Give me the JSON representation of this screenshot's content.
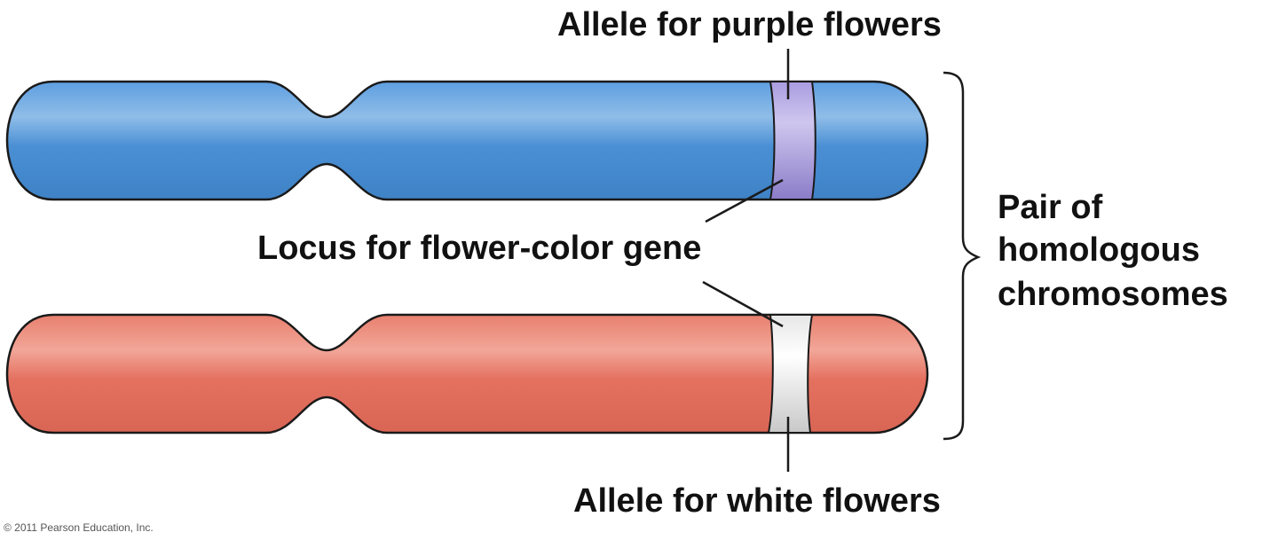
{
  "figure": {
    "labels": {
      "allele_purple": "Allele for purple flowers",
      "locus": "Locus for flower-color gene",
      "allele_white": "Allele for white flowers",
      "pair_line1": "Pair of",
      "pair_line2": "homologous",
      "pair_line3": "chromosomes"
    },
    "copyright": "© 2011 Pearson Education, Inc."
  },
  "chromosomes": [
    {
      "name": "chromosome-blue",
      "color": "#4a8fd4",
      "highlight": "#8fbde8",
      "allele_color": "#9b8fd4",
      "allele_highlight": "#cfc6ee"
    },
    {
      "name": "chromosome-red",
      "color": "#e4705f",
      "highlight": "#f2a698",
      "allele_color": "#e8e8e8",
      "allele_highlight": "#ffffff"
    }
  ]
}
